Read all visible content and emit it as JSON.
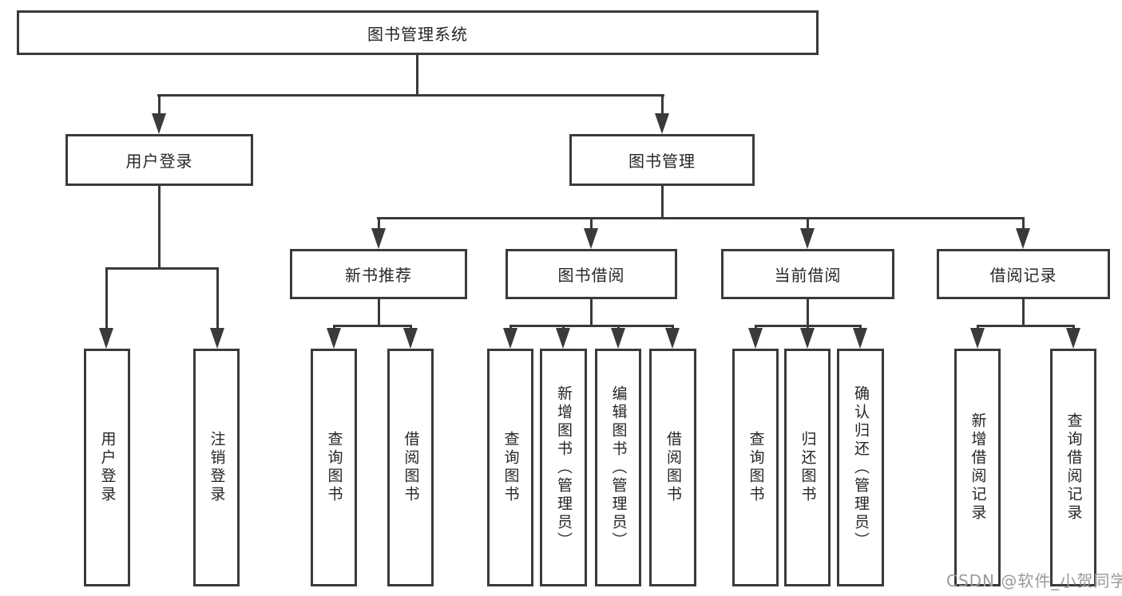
{
  "diagram": {
    "type": "functional-decomposition-tree",
    "colors": {
      "line": "#3a3a3a",
      "box_fill": "#ffffff",
      "text": "#262626",
      "watermark": "#9b9b9b"
    }
  },
  "tree": {
    "root": {
      "label": "图书管理系统",
      "children": [
        {
          "label": "用户登录",
          "children": [
            {
              "label": "用户登录"
            },
            {
              "label": "注销登录"
            }
          ]
        },
        {
          "label": "图书管理",
          "children": [
            {
              "label": "新书推荐",
              "children": [
                {
                  "label": "查询图书"
                },
                {
                  "label": "借阅图书"
                }
              ]
            },
            {
              "label": "图书借阅",
              "children": [
                {
                  "label": "查询图书"
                },
                {
                  "label": "新增图书（管理员）"
                },
                {
                  "label": "编辑图书（管理员）"
                },
                {
                  "label": "借阅图书"
                }
              ]
            },
            {
              "label": "当前借阅",
              "children": [
                {
                  "label": "查询图书"
                },
                {
                  "label": "归还图书"
                },
                {
                  "label": "确认归还（管理员）"
                }
              ]
            },
            {
              "label": "借阅记录",
              "children": [
                {
                  "label": "新增借阅记录"
                },
                {
                  "label": "查询借阅记录"
                }
              ]
            }
          ]
        }
      ]
    }
  },
  "watermark": {
    "text": "CSDN @软件_小贺同学"
  }
}
